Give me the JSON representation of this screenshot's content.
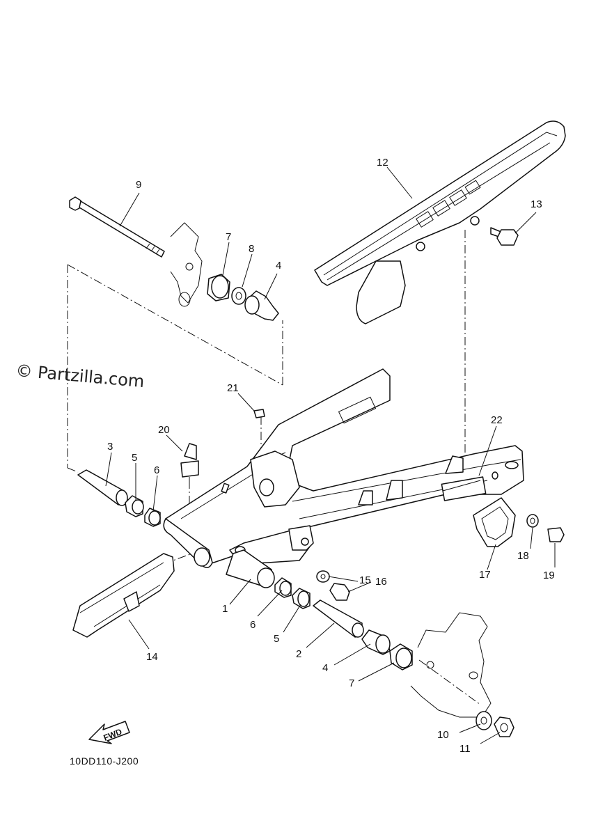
{
  "watermark": "© Partzilla.com",
  "diagram_code": "10DD110-J200",
  "fwd_label": "FWD",
  "callouts": {
    "c1": "1",
    "c2": "2",
    "c3": "3",
    "c4a": "4",
    "c4b": "4",
    "c5a": "5",
    "c5b": "5",
    "c6a": "6",
    "c6b": "6",
    "c7a": "7",
    "c7b": "7",
    "c8": "8",
    "c9": "9",
    "c10": "10",
    "c11": "11",
    "c12": "12",
    "c13": "13",
    "c14": "14",
    "c15": "15",
    "c16": "16",
    "c17": "17",
    "c18": "18",
    "c19": "19",
    "c20": "20",
    "c21": "21",
    "c22": "22"
  }
}
